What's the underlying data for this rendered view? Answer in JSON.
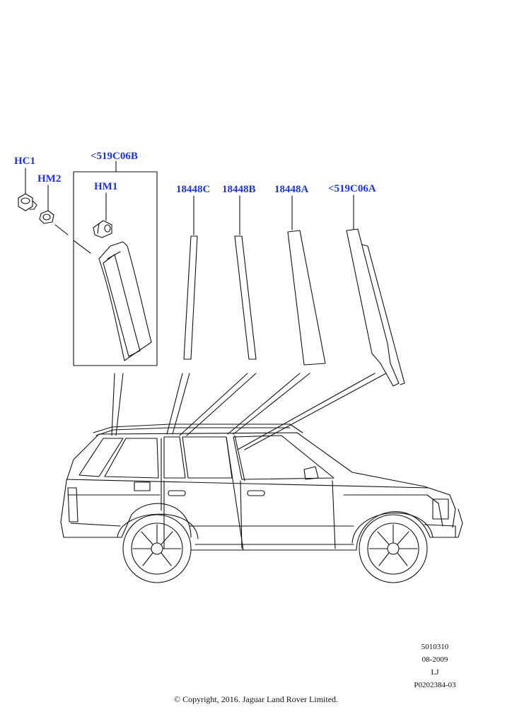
{
  "callouts": {
    "hc1": "HC1",
    "hm2": "HM2",
    "c519c06b": "<519C06B",
    "hm1": "HM1",
    "c18448c": "18448C",
    "c18448b": "18448B",
    "c18448a": "18448A",
    "c519c06a": "<519C06A"
  },
  "footer": {
    "code": "5010310",
    "date": "08-2009",
    "initials": "LJ",
    "ref": "P0202384-03",
    "copyright": "© Copyright, 2016. Jaguar Land Rover Limited."
  },
  "colors": {
    "callout": "#1a35e0",
    "line": "#111111"
  },
  "icons": [
    "clip-hc1-icon",
    "clip-hm2-icon",
    "clip-hm1-icon"
  ]
}
